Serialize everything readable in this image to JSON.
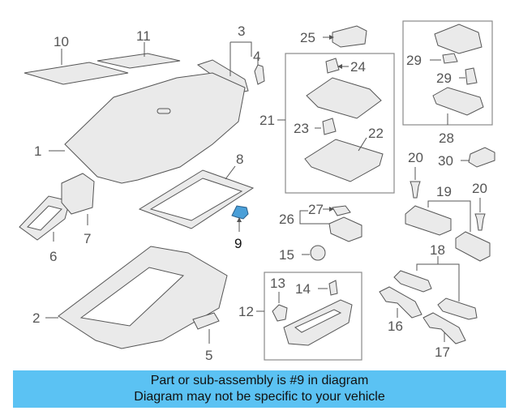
{
  "callouts": {
    "c1": "1",
    "c2": "2",
    "c3": "3",
    "c4": "4",
    "c5": "5",
    "c6": "6",
    "c7": "7",
    "c8": "8",
    "c9": "9",
    "c10": "10",
    "c11": "11",
    "c12": "12",
    "c13": "13",
    "c14": "14",
    "c15": "15",
    "c16": "16",
    "c17": "17",
    "c18": "18",
    "c19": "19",
    "c20a": "20",
    "c20b": "20",
    "c21": "21",
    "c22": "22",
    "c23": "23",
    "c24": "24",
    "c25": "25",
    "c26": "26",
    "c27": "27",
    "c28": "28",
    "c29a": "29",
    "c29b": "29",
    "c30": "30"
  },
  "highlighted_part": "9",
  "colors": {
    "banner_bg": "#5bc2f3",
    "highlight": "#4a9fd8"
  },
  "banner": {
    "line1": "Part or sub-assembly is #9 in diagram",
    "line2": "Diagram may not be specific to your vehicle"
  }
}
